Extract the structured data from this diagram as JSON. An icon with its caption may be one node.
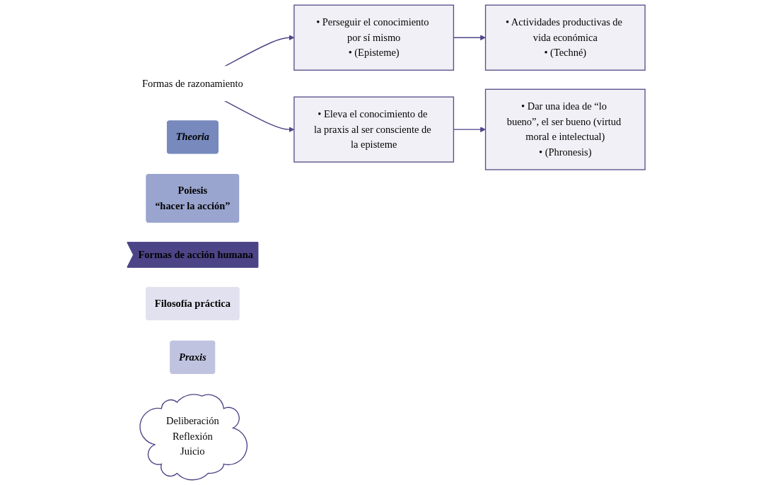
{
  "diagram": {
    "nodes": [
      {
        "text": [
          "• Perseguir el conocimiento por sí mismo",
          "• (Episteme)"
        ]
      },
      {
        "text": [
          "• Actividades productivas de vida económica",
          "• (Techné)"
        ]
      },
      {
        "text": [
          "Formas de razonamiento"
        ]
      },
      {
        "text": [
          "Theoria"
        ]
      },
      {
        "text": [
          "Poiesis",
          "“hacer la acción”"
        ]
      },
      {
        "text": [
          "Formas de acción humana"
        ]
      },
      {
        "text": [
          "Filosofía práctica"
        ]
      },
      {
        "text": [
          "Praxis"
        ]
      },
      {
        "text": [
          "• Eleva el conocimiento de la praxis al ser consciente de la episteme"
        ]
      },
      {
        "text": [
          "• Dar una idea de “lo bueno”, el ser bueno (virtud moral e intelectual)",
          "• (Phronesis)"
        ]
      },
      {
        "text": [
          "Deliberación",
          "Reflexión",
          "Juicio"
        ]
      }
    ],
    "edges": [
      {
        "from": 2,
        "to": 0,
        "arrow": "to"
      },
      {
        "from": 2,
        "to": 8,
        "arrow": "to"
      },
      {
        "from": 0,
        "to": 1,
        "arrow": "to"
      },
      {
        "from": 8,
        "to": 9,
        "arrow": "to"
      }
    ]
  }
}
